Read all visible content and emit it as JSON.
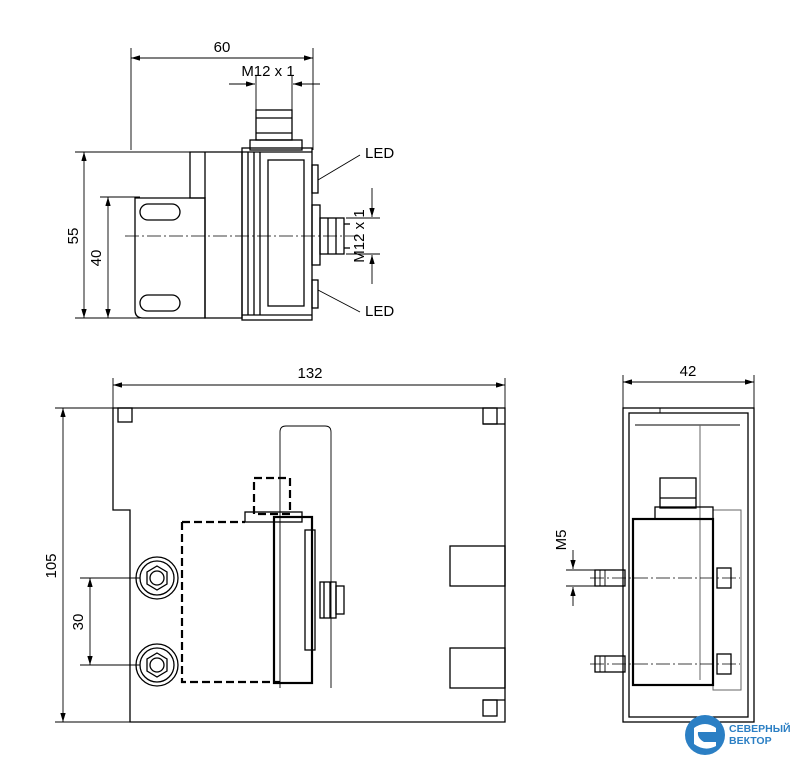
{
  "top_view": {
    "dim_width": "60",
    "dim_connector_top": "M12 x 1",
    "dim_connector_side": "M12 x 1",
    "dim_height_outer": "55",
    "dim_height_inner": "40",
    "led_top": "LED",
    "led_bottom": "LED"
  },
  "front_view": {
    "dim_width": "132",
    "dim_height": "105",
    "dim_hole_spacing": "30"
  },
  "side_view": {
    "dim_width": "42",
    "dim_thread": "M5"
  },
  "logo": {
    "line1": "СЕВЕРНЫЙ",
    "line2": "ВЕКТОР",
    "color": "#2b7fc4"
  }
}
